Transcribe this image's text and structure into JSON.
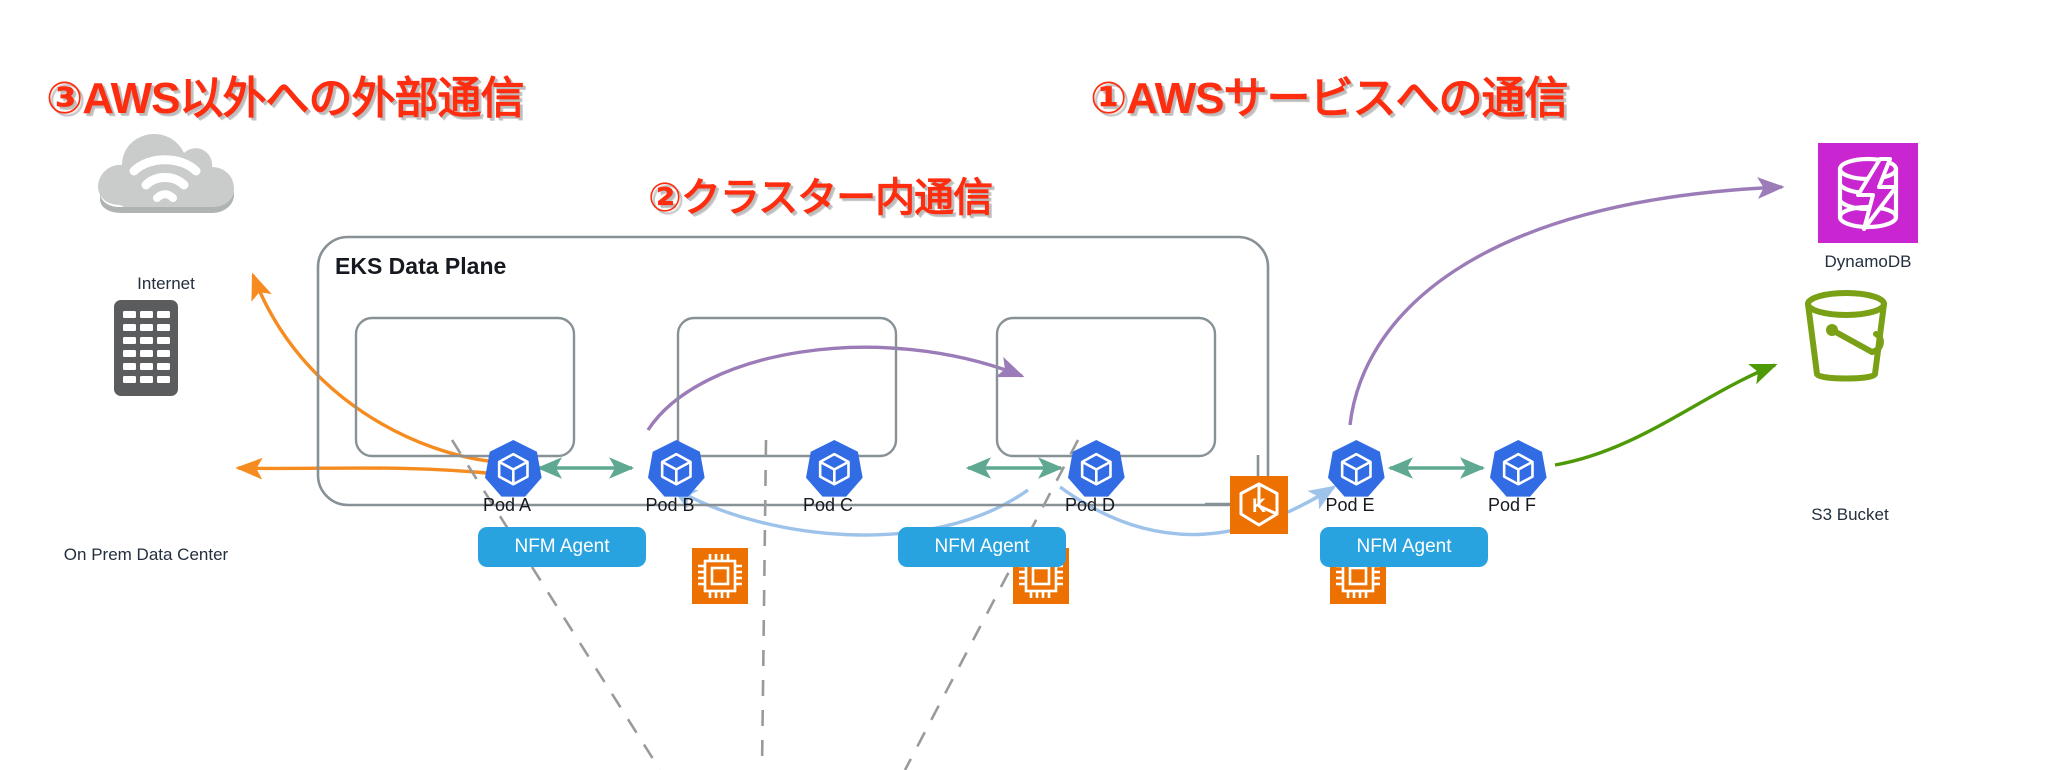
{
  "diagram": {
    "titles": [
      {
        "id": "flow3",
        "text": "③AWS以外への外部通信"
      },
      {
        "id": "flow1",
        "text": "①AWSサービスへの通信"
      },
      {
        "id": "flow2",
        "text": "②クラスター内通信"
      }
    ],
    "cluster": {
      "label": "EKS Data Plane",
      "nodes": [
        {
          "pods": [
            "Pod A",
            "Pod B"
          ],
          "agent_label": "NFM Agent",
          "chip_icon": "cpu-chip-icon"
        },
        {
          "pods": [
            "Pod C",
            "Pod D"
          ],
          "agent_label": "NFM Agent",
          "chip_icon": "cpu-chip-icon"
        },
        {
          "pods": [
            "Pod E",
            "Pod F"
          ],
          "agent_label": "NFM Agent",
          "chip_icon": "cpu-chip-icon"
        }
      ],
      "cluster_icon": "kubernetes-eks-icon"
    },
    "external": [
      {
        "id": "internet",
        "label": "Internet",
        "icon": "cloud-wifi-icon"
      },
      {
        "id": "onprem",
        "label": "On Prem Data Center",
        "icon": "datacenter-building-icon"
      }
    ],
    "aws_services": [
      {
        "id": "dynamodb",
        "label": "DynamoDB",
        "icon": "dynamodb-icon"
      },
      {
        "id": "s3",
        "label": "S3 Bucket",
        "icon": "s3-bucket-icon"
      }
    ],
    "connections": [
      {
        "from": "Pod A",
        "to": "Internet",
        "color": "#F68B1F",
        "style": "solid",
        "arrow": "single"
      },
      {
        "from": "Pod A",
        "to": "On Prem Data Center",
        "color": "#F68B1F",
        "style": "solid",
        "arrow": "single"
      },
      {
        "from": "Pod B",
        "to": "Pod D",
        "color": "#9B59B6",
        "style": "solid",
        "arrow": "single"
      },
      {
        "from": "Pod D",
        "to": "Pod B",
        "color": "#9DC3EA",
        "style": "solid",
        "arrow": "single"
      },
      {
        "from": "Pod D",
        "to": "Pod E",
        "color": "#9DC3EA",
        "style": "solid",
        "arrow": "single"
      },
      {
        "from": "Pod E",
        "to": "DynamoDB",
        "color": "#9B59B6",
        "style": "solid",
        "arrow": "single"
      },
      {
        "from": "Pod F",
        "to": "S3 Bucket",
        "color": "#4E9A06",
        "style": "solid",
        "arrow": "single"
      },
      {
        "from": "Pod A",
        "to": "Pod B",
        "color": "#5FA892",
        "style": "solid",
        "arrow": "double"
      },
      {
        "from": "Pod C",
        "to": "Pod D",
        "color": "#5FA892",
        "style": "solid",
        "arrow": "double"
      },
      {
        "from": "Pod E",
        "to": "Pod F",
        "color": "#5FA892",
        "style": "solid",
        "arrow": "double"
      },
      {
        "from": "NFM Agent",
        "to": "below",
        "color": "#9A9A9A",
        "style": "dashed",
        "arrow": "none"
      }
    ],
    "colors": {
      "title_red": "#FF2D10",
      "pod_blue": "#326CE5",
      "agent_blue": "#29A3E0",
      "chip_orange": "#ED7100",
      "dynamodb_magenta": "#C925D1",
      "s3_green": "#7AA116",
      "internet_gray": "#C9CCCB",
      "datacenter_gray": "#5A5C5E",
      "box_border": "#879196",
      "intra_arrow_teal": "#5FA892",
      "external_arrow_orange": "#F68B1F",
      "purple_arrow": "#9B59B6",
      "blue_arrow": "#9DC3EA",
      "green_arrow": "#4E9A06"
    }
  }
}
